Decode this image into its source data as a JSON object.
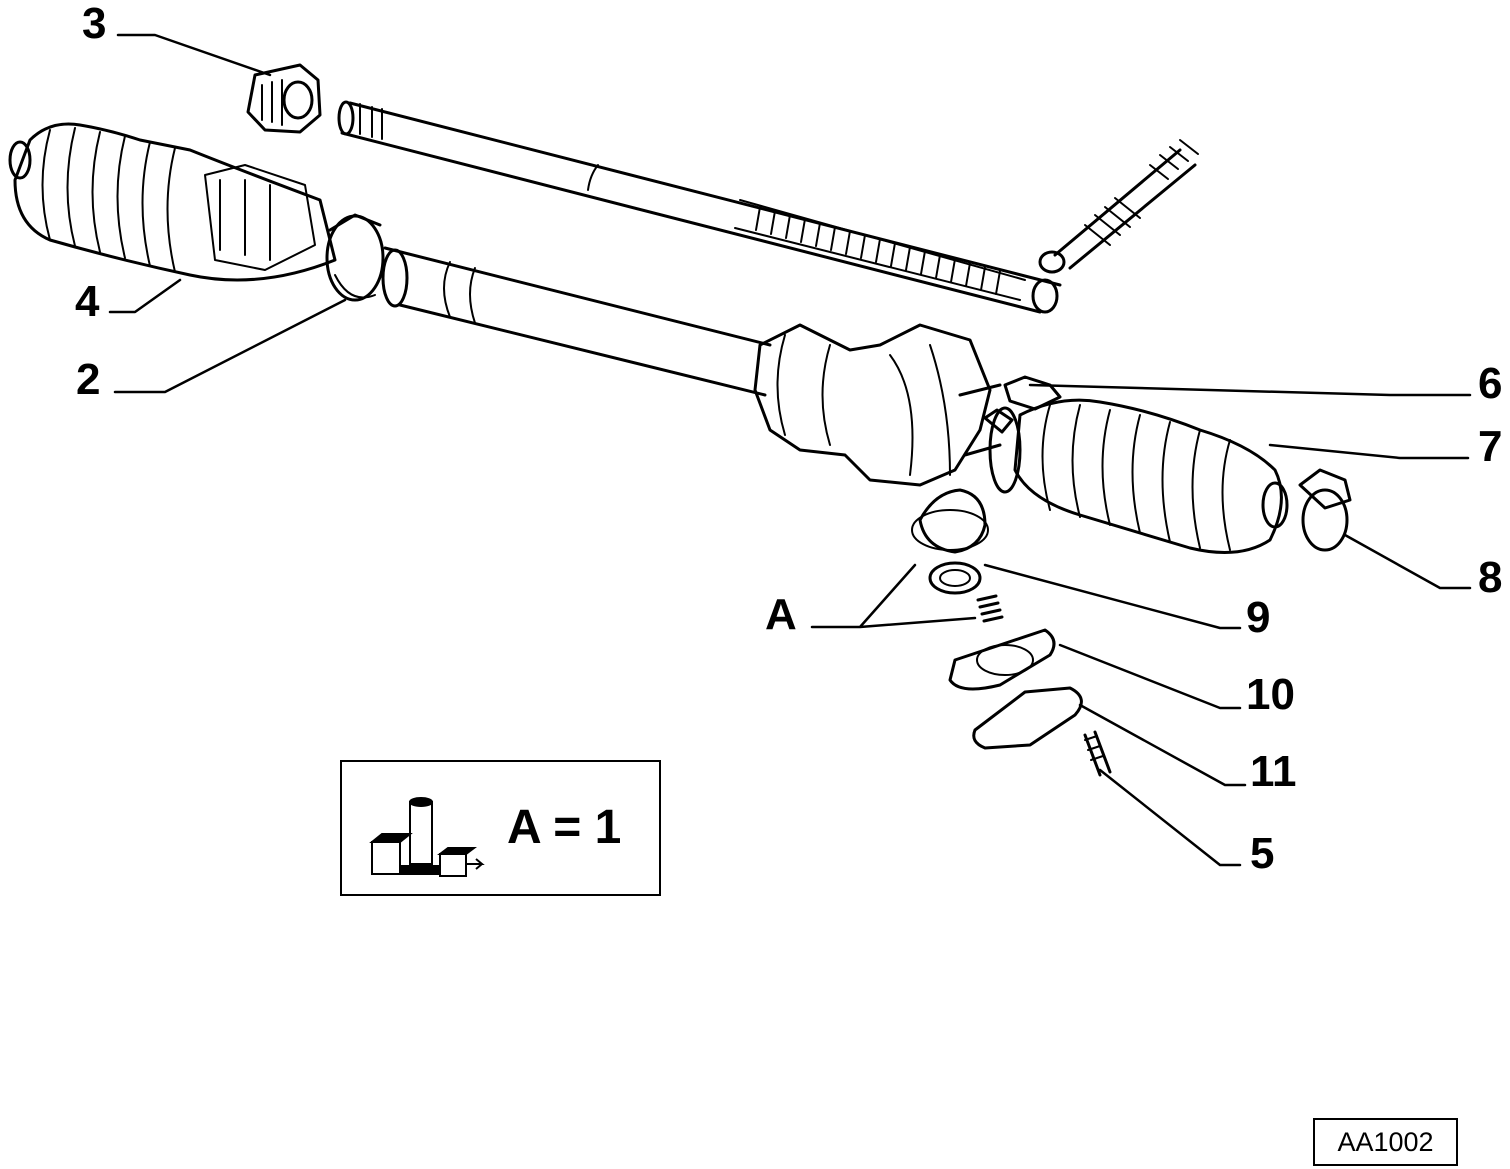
{
  "callouts": {
    "c3": "3",
    "c4": "4",
    "c2": "2",
    "c6": "6",
    "c7": "7",
    "c8": "8",
    "cA": "A",
    "c9": "9",
    "c10": "10",
    "c11": "11",
    "c5": "5"
  },
  "legend": {
    "text": "A = 1"
  },
  "reference": {
    "code": "AA1002"
  }
}
